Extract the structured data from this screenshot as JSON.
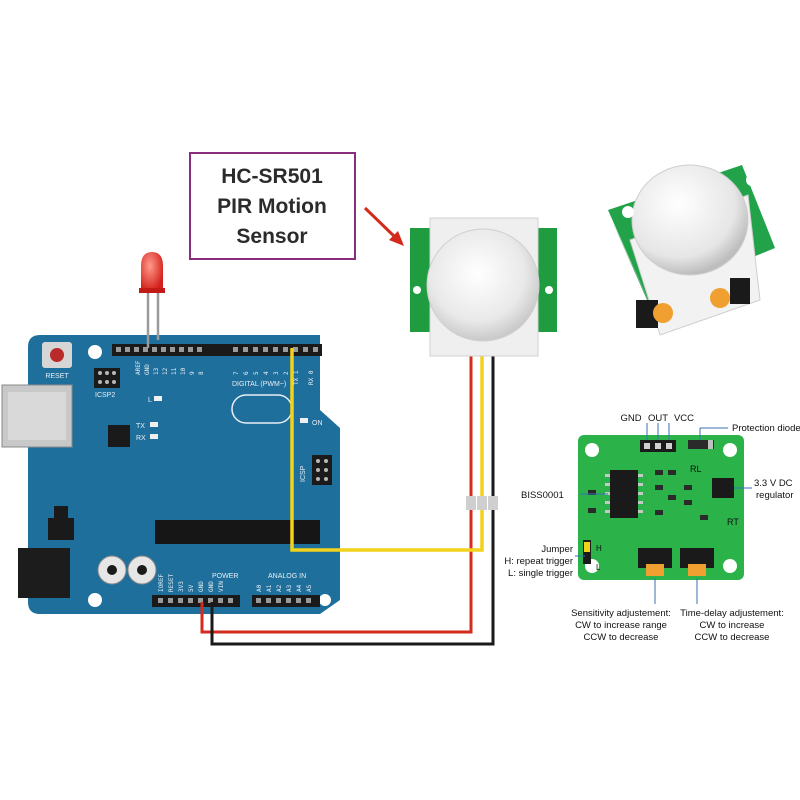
{
  "title_box": {
    "lines": [
      "HC-SR501",
      "PIR Motion",
      "Sensor"
    ]
  },
  "arduino": {
    "reset": "RESET",
    "icsp2": "ICSP2",
    "icsp": "ICSP",
    "led_l": "L",
    "tx": "TX",
    "rx": "RX",
    "on": "ON",
    "digital": "DIGITAL (PWM~)",
    "analog_in": "ANALOG IN",
    "power": "POWER",
    "top_pins": [
      "AREF",
      "GND",
      "13",
      "12",
      "11",
      "10",
      "9",
      "8",
      "7",
      "6",
      "5",
      "4",
      "3",
      "2",
      "TX 1",
      "RX 0"
    ],
    "bottom_pins": [
      "IOREF",
      "RESET",
      "3V3",
      "5V",
      "GND",
      "GND",
      "VIN",
      "A0",
      "A1",
      "A2",
      "A3",
      "A4",
      "A5"
    ]
  },
  "pcb": {
    "pins": [
      "GND",
      "OUT",
      "VCC"
    ],
    "protection_diode": "Protection diode",
    "regulator": [
      "3.3 V DC",
      "regulator"
    ],
    "biss": "BISS0001",
    "jumper": [
      "Jumper",
      "H: repeat trigger",
      "L: single trigger"
    ],
    "sensitivity": [
      "Sensitivity adjustement:",
      "CW to increase range",
      "CCW to decrease"
    ],
    "time_delay": [
      "Time-delay adjustement:",
      "CW to increase",
      "CCW to decrease"
    ],
    "silk_rl": "RL",
    "silk_rt": "RT",
    "silk_h": "H",
    "silk_l": "L"
  },
  "colors": {
    "arduino_board": "#1f6f9c",
    "pcb": "#2bb34a",
    "wire_red": "#d62a1e",
    "wire_black": "#1a1a1a",
    "wire_yellow": "#f2d21a",
    "title_border": "#8a2d7a",
    "arrow": "#d32a1a"
  }
}
